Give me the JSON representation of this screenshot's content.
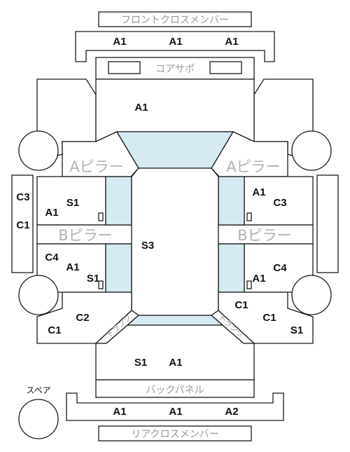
{
  "panels": {
    "front_cross_member": "フロントクロスメンバー",
    "core_support": "コアサポ",
    "a_pillar_left": "Aピラー",
    "a_pillar_right": "Aピラー",
    "b_pillar_left": "Bピラー",
    "b_pillar_right": "Bピラー",
    "back_panel": "バックパネル",
    "rear_cross_member": "リアクロスメンバー",
    "trunk_left": "トランク",
    "trunk_right": "トランク",
    "spare": "スペア"
  },
  "grades": {
    "front_member_1": "A1",
    "front_member_2": "A1",
    "front_member_3": "A1",
    "hood": "A1",
    "left_front_door_1": "S1",
    "left_front_door_2": "A1",
    "left_rocker_1": "C3",
    "left_rocker_2": "C1",
    "roof": "S3",
    "left_rear_door_1": "C4",
    "left_rear_door_2": "A1",
    "left_rear_door_3": "S1",
    "left_quarter_1": "C2",
    "left_quarter_2": "C1",
    "right_front_door_1": "A1",
    "right_front_door_2": "C3",
    "right_rear_door_1": "C4",
    "right_rear_door_2": "A1",
    "right_quarter_1": "C1",
    "right_quarter_2": "C1",
    "right_quarter_3": "S1",
    "trunk_1": "S1",
    "trunk_2": "A1",
    "rear_member_1": "A1",
    "rear_member_2": "A1",
    "rear_member_3": "A2"
  }
}
